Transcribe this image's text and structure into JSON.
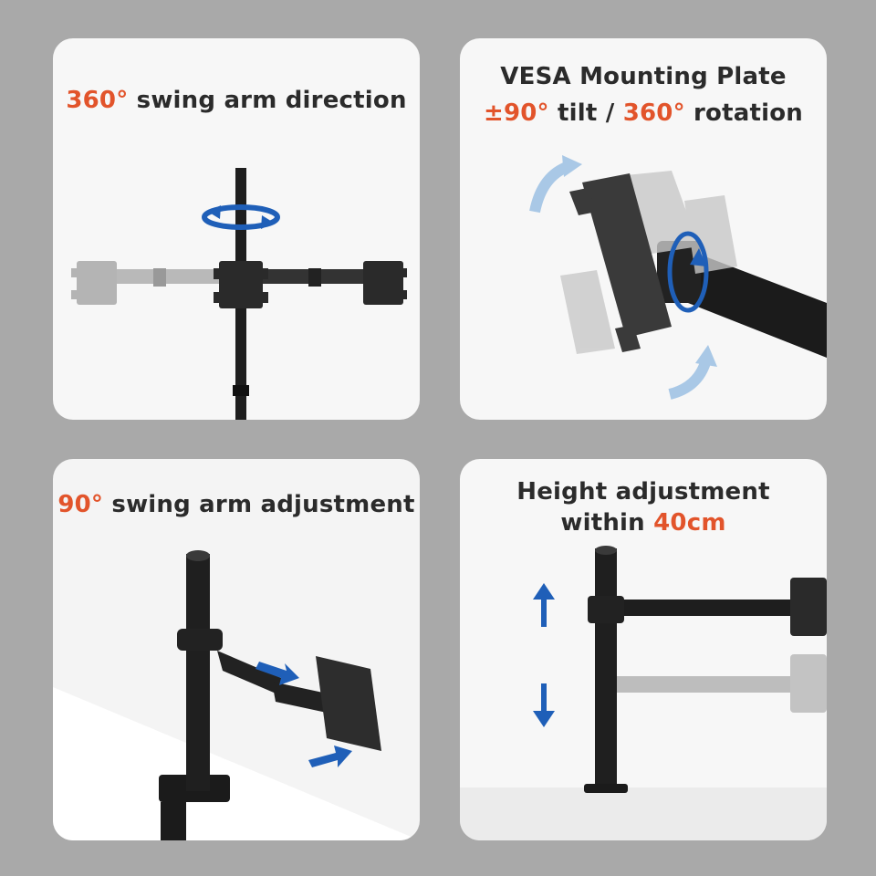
{
  "panels": {
    "swing360": {
      "accent": "360°",
      "text": " swing arm direction"
    },
    "vesa": {
      "line1": "VESA Mounting Plate",
      "tilt_accent": "±90°",
      "tilt_text": " tilt / ",
      "rot_accent": "360°",
      "rot_text": " rotation"
    },
    "swing90": {
      "accent": "90°",
      "text": " swing arm adjustment"
    },
    "height": {
      "line1": "Height adjustment",
      "line2_text": "within ",
      "line2_accent": "40cm"
    }
  },
  "icons": {
    "rotation": "rotation-arrow-icon",
    "tilt": "tilt-arrow-icon",
    "direction": "blue-arrow-icon",
    "updown": "up-down-arrow-icon"
  },
  "colors": {
    "accent": "#e2542b",
    "headline": "#2b2b2b",
    "arrow_blue": "#1f5fb8",
    "arrow_light": "#a9c8e6",
    "metal": "#1e1e1e",
    "background": "#a9a9a9",
    "card": "#f7f7f7"
  }
}
